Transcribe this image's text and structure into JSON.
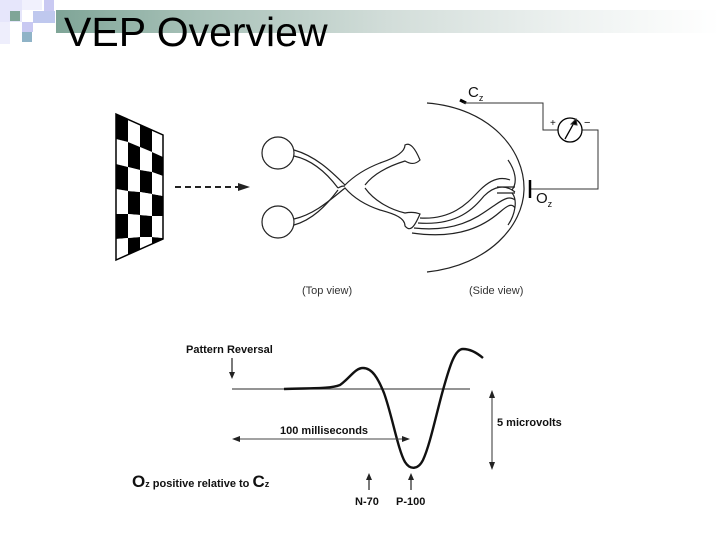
{
  "slide": {
    "title": "VEP Overview",
    "accent_colors": {
      "title_bar_start": "#7fa597",
      "decor_lavender": "#c9c9f2",
      "decor_teal": "#7fa597"
    }
  },
  "diagram": {
    "stimulus": {
      "name": "checkerboard pattern",
      "columns": 4,
      "rows": 6
    },
    "labels": {
      "top_view": "(Top view)",
      "side_view": "(Side view)",
      "electrode_cz": "C",
      "electrode_cz_sub": "z",
      "electrode_oz": "O",
      "electrode_oz_sub": "z",
      "meter_plus": "+",
      "meter_minus": "−"
    }
  },
  "waveform": {
    "pattern_reversal": "Pattern Reversal",
    "time_scale": "100 milliseconds",
    "amplitude_scale": "5 microvolts",
    "peak_n70": "N-70",
    "peak_p100": "P-100",
    "polarity_main": "O",
    "polarity_main_sub": "z",
    "polarity_text": " positive relative to ",
    "polarity_ref": "C",
    "polarity_ref_sub": "z"
  }
}
